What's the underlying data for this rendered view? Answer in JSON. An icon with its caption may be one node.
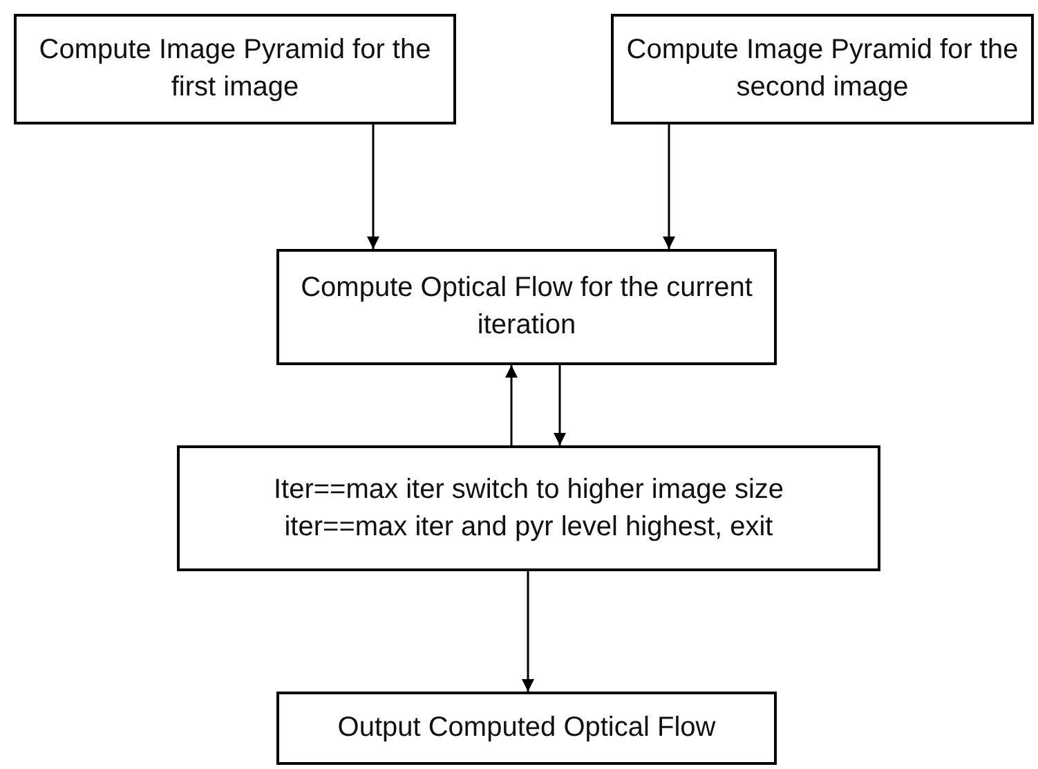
{
  "diagram": {
    "nodes": [
      {
        "text": [
          "Compute Image Pyramid for the first image"
        ]
      },
      {
        "text": [
          "Compute Image Pyramid for the second image"
        ]
      },
      {
        "text": [
          "Compute Optical Flow for the current iteration"
        ]
      },
      {
        "text": [
          "Iter==max iter switch to higher image size iter==max iter and pyr level highest, exit"
        ]
      },
      {
        "text": [
          "Output Computed Optical Flow"
        ]
      }
    ],
    "edges": [
      {
        "from": 0,
        "to": 2,
        "arrow": "to"
      },
      {
        "from": 1,
        "to": 2,
        "arrow": "to"
      },
      {
        "from": 2,
        "to": 3,
        "arrow": "to"
      },
      {
        "from": 3,
        "to": 2,
        "arrow": "to"
      },
      {
        "from": 3,
        "to": 4,
        "arrow": "to"
      }
    ]
  }
}
